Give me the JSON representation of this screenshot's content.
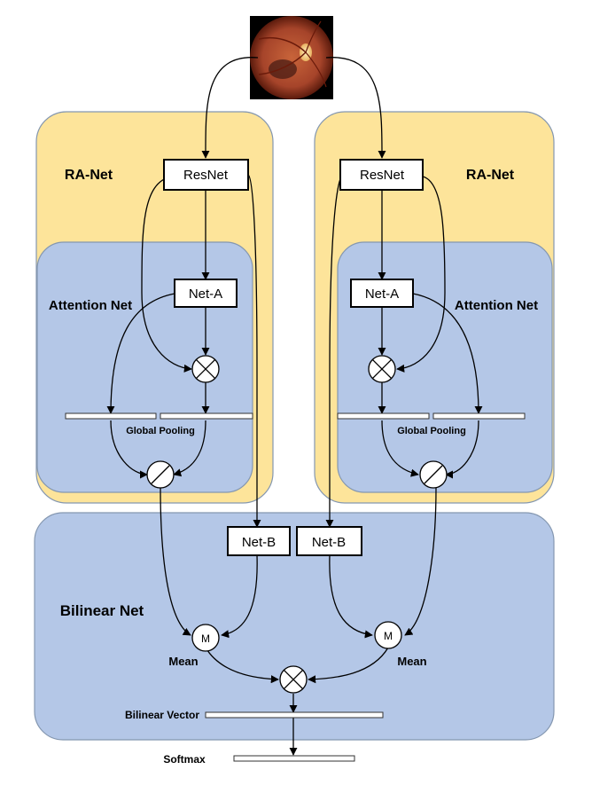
{
  "left_branch": {
    "panel_title": "RA-Net",
    "attention_title": "Attention Net",
    "resnet_label": "ResNet",
    "net_a_label": "Net-A",
    "pooling_label": "Global Pooling"
  },
  "right_branch": {
    "panel_title": "RA-Net",
    "attention_title": "Attention Net",
    "resnet_label": "ResNet",
    "net_a_label": "Net-A",
    "pooling_label": "Global Pooling"
  },
  "bilinear": {
    "title": "Bilinear Net",
    "net_b_left": "Net-B",
    "net_b_right": "Net-B",
    "mean_symbol_left": "M",
    "mean_symbol_right": "M",
    "mean_label_left": "Mean",
    "mean_label_right": "Mean",
    "vector_label": "Bilinear Vector"
  },
  "softmax_label": "Softmax",
  "colors": {
    "ra_net_bg": "#fde49a",
    "attention_bg": "#b4c7e7",
    "bilinear_bg": "#b4c7e7",
    "panel_border": "#8497b0",
    "fundus_dark": "#3a1008",
    "fundus_mid": "#b4502a",
    "optic_disc": "#f5d890"
  }
}
